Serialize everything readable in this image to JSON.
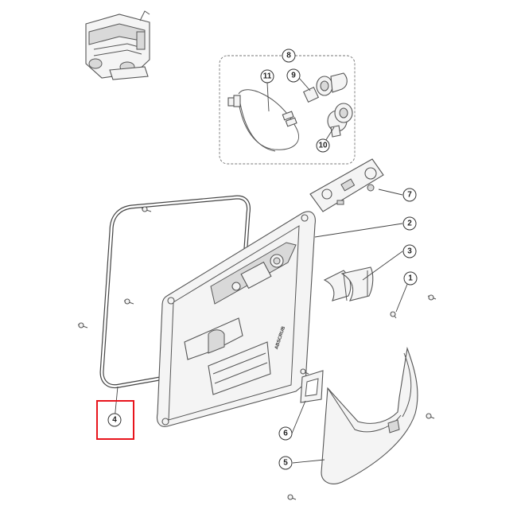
{
  "diagram": {
    "callouts": [
      {
        "id": "c1",
        "label": "1"
      },
      {
        "id": "c2",
        "label": "2"
      },
      {
        "id": "c3",
        "label": "3"
      },
      {
        "id": "c4",
        "label": "4"
      },
      {
        "id": "c5",
        "label": "5"
      },
      {
        "id": "c6",
        "label": "6"
      },
      {
        "id": "c7",
        "label": "7"
      },
      {
        "id": "c8",
        "label": "8"
      },
      {
        "id": "c9",
        "label": "9"
      },
      {
        "id": "c10",
        "label": "10"
      },
      {
        "id": "c11",
        "label": "11"
      }
    ],
    "panel_brand_text": "ABSCRUB",
    "highlight_color": "#e8141c",
    "line_color": "#555555"
  }
}
